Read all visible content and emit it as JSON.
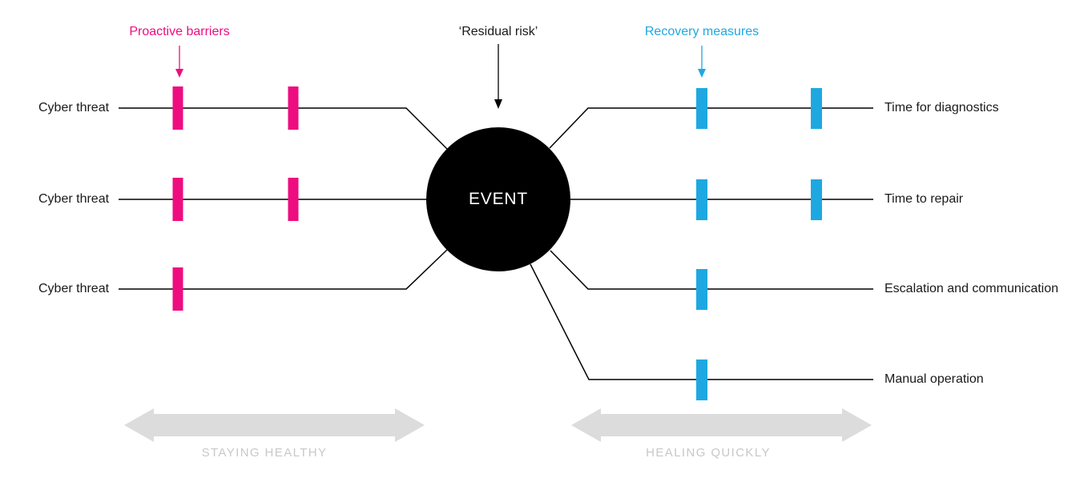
{
  "diagram": {
    "annotations": {
      "proactive": "Proactive barriers",
      "residual": "‘Residual risk’",
      "recovery": "Recovery measures"
    },
    "event": "EVENT",
    "threats": [
      {
        "label": "Cyber threat",
        "proactive_barriers": 2
      },
      {
        "label": "Cyber threat",
        "proactive_barriers": 2
      },
      {
        "label": "Cyber threat",
        "proactive_barriers": 1
      }
    ],
    "outcomes": [
      {
        "label": "Time for diagnostics",
        "recovery_barriers": 2
      },
      {
        "label": "Time to repair",
        "recovery_barriers": 2
      },
      {
        "label": "Escalation and communication",
        "recovery_barriers": 1
      },
      {
        "label": "Manual operation",
        "recovery_barriers": 1
      }
    ],
    "phases": {
      "left": "STAYING HEALTHY",
      "right": "HEALING QUICKLY"
    },
    "colors": {
      "proactive_pink": "#EE0D80",
      "recovery_blue": "#1EA8E2",
      "line_black": "#000000",
      "phase_arrow_gray": "#DCDCDC",
      "phase_text_gray": "#C8C8C8",
      "event_text_white": "#FFFFFF"
    }
  }
}
